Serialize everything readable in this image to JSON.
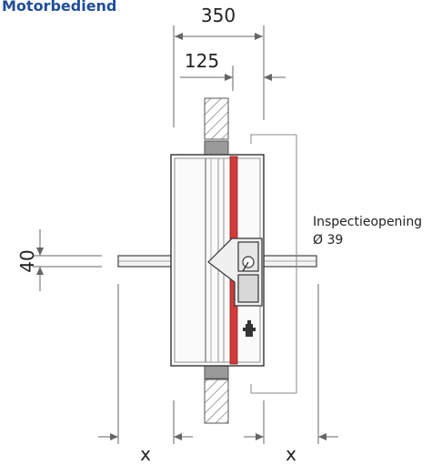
{
  "title": "Motorbediend",
  "dimensions": {
    "overall_width": "350",
    "wall_offset": "125",
    "flange_height": "40",
    "clearance_left": "x",
    "clearance_right": "x"
  },
  "callout": {
    "label": "Inspectieopening",
    "diameter": "Ø 39"
  },
  "colors": {
    "accent_red": "#d23a3a",
    "title_blue": "#1f4e9a",
    "line_gray": "#666666",
    "hatch_gray": "#7a7a7a"
  }
}
